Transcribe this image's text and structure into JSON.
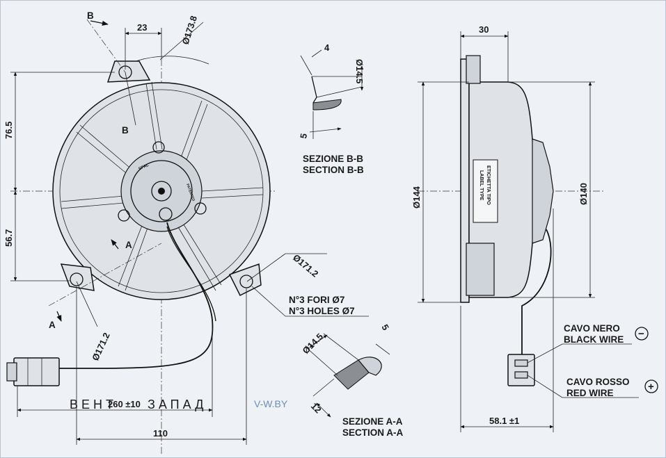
{
  "colors": {
    "background": "#eef1f5",
    "line": "#111111",
    "watermark": "#6e8fb5"
  },
  "front_view": {
    "dim_23": "23",
    "dim_dia_173_8": "Ø173.8",
    "dim_76_5": "76.5",
    "dim_56_7": "56.7",
    "dim_dia_171_2_right": "Ø171.2",
    "dim_dia_171_2_left": "Ø171.2",
    "dim_110": "110",
    "dim_260": "260 ±10",
    "section_mark_b_top": "B",
    "section_mark_b_bottom": "B",
    "section_mark_a_top": "A",
    "section_mark_a_bottom": "A",
    "hub_brand": "SPAL",
    "hub_patented": "PATENTED",
    "holes_it": "N°3 FORI Ø7",
    "holes_en": "N°3 HOLES Ø7"
  },
  "section_bb": {
    "dim_4": "4",
    "dim_dia_14_5": "Ø14.5",
    "dim_5": "5",
    "title_it": "SEZIONE B-B",
    "title_en": "SECTION B-B"
  },
  "section_aa": {
    "dim_dia_14_5": "Ø14.5",
    "dim_5": "5",
    "dim_12": "12",
    "title_it": "SEZIONE A-A",
    "title_en": "SECTION A-A"
  },
  "side_view": {
    "dim_30": "30",
    "dim_dia_144": "Ø144",
    "dim_dia_140": "Ø140",
    "dim_58_1": "58.1 ±1",
    "label_line1": "ETICHETTA TIPO",
    "label_line2": "LABEL TYPE",
    "black_wire_it": "CAVO NERO",
    "black_wire_en": "BLACK WIRE",
    "black_symbol": "−",
    "red_wire_it": "CAVO ROSSO",
    "red_wire_en": "RED WIRE",
    "red_symbol": "+"
  },
  "watermark": {
    "brand_part1": "ВЕНТ",
    "brand_part2": "ЗАПАД",
    "site": "V-W.BY"
  }
}
